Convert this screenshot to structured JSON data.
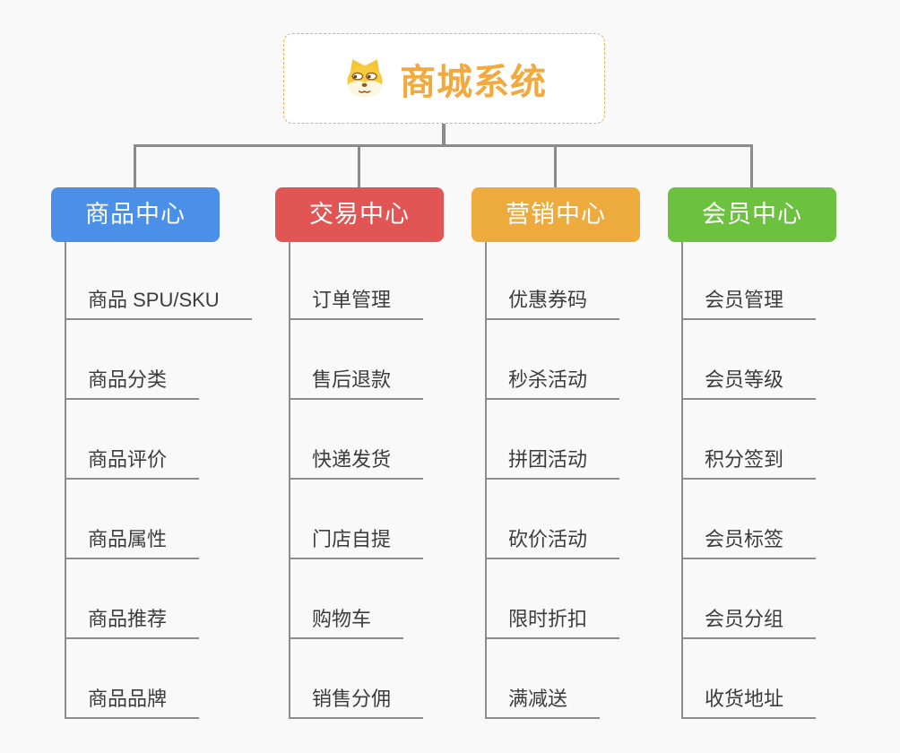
{
  "page": {
    "background_color": "#f9f9f9",
    "connector_color": "#8a8a8a"
  },
  "root": {
    "title": "商城系统",
    "icon": "shiba-dog-icon",
    "text_color": "#f2a93e",
    "border_color": "#efae53",
    "background": "#ffffff"
  },
  "branches": [
    {
      "id": "product-center",
      "label": "商品中心",
      "color": "#4a8fe8",
      "items": [
        "商品 SPU/SKU",
        "商品分类",
        "商品评价",
        "商品属性",
        "商品推荐",
        "商品品牌"
      ]
    },
    {
      "id": "trade-center",
      "label": "交易中心",
      "color": "#e25555",
      "items": [
        "订单管理",
        "售后退款",
        "快递发货",
        "门店自提",
        "购物车",
        "销售分佣"
      ]
    },
    {
      "id": "marketing-center",
      "label": "营销中心",
      "color": "#edab3d",
      "items": [
        "优惠券码",
        "秒杀活动",
        "拼团活动",
        "砍价活动",
        "限时折扣",
        "满减送"
      ]
    },
    {
      "id": "member-center",
      "label": "会员中心",
      "color": "#6cc23e",
      "items": [
        "会员管理",
        "会员等级",
        "积分签到",
        "会员标签",
        "会员分组",
        "收货地址"
      ]
    }
  ]
}
